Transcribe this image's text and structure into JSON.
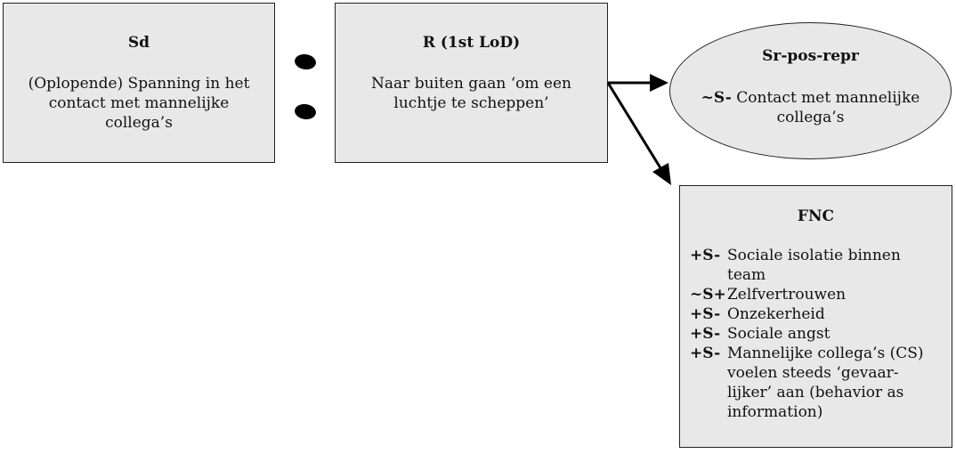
{
  "sd_box": {
    "title": "Sd",
    "lines": [
      "(Oplopende) Spanning in het",
      "contact met mannelijke",
      "collega’s"
    ]
  },
  "r_box": {
    "title": "R (1st LoD)",
    "lines": [
      "Naar buiten gaan ‘om een",
      "luchtje te scheppen’"
    ]
  },
  "sr_ellipse": {
    "title": "Sr-pos-repr",
    "code": "~S-",
    "lines": [
      "Contact met mannelijke",
      "collega’s"
    ]
  },
  "fnc_box": {
    "title": "FNC",
    "items": [
      {
        "code": "+S-",
        "lines": [
          "Sociale isolatie binnen",
          "team"
        ]
      },
      {
        "code": "~S+",
        "lines": [
          "Zelfvertrouwen"
        ]
      },
      {
        "code": "+S-",
        "lines": [
          "Onzekerheid"
        ]
      },
      {
        "code": "+S-",
        "lines": [
          "Sociale angst"
        ]
      },
      {
        "code": "+S-",
        "lines": [
          "Mannelijke collega’s (CS)",
          "voelen steeds ‘gevaar-",
          "lijker’ aan (behavior as",
          "information)"
        ]
      }
    ]
  },
  "colors": {
    "box_fill": "#e8e8e8",
    "border": "#222222",
    "arrow": "#000000"
  }
}
